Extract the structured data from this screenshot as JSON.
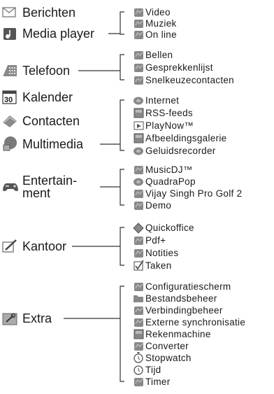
{
  "menu": [
    {
      "label": "Berichten",
      "icon": "envelope-icon",
      "children": []
    },
    {
      "label": "Media player",
      "icon": "music-note-icon",
      "children": [
        {
          "label": "Video",
          "icon": "video-camera-icon"
        },
        {
          "label": "Muziek",
          "icon": "music-icon"
        },
        {
          "label": "On line",
          "icon": "globe-note-icon"
        }
      ]
    },
    {
      "label": "Telefoon",
      "icon": "phone-keypad-icon",
      "children": [
        {
          "label": "Bellen",
          "icon": "handset-icon"
        },
        {
          "label": "Gesprekkenlijst",
          "icon": "call-list-icon"
        },
        {
          "label": "Snelkeuzecontacten",
          "icon": "speed-dial-icon"
        }
      ]
    },
    {
      "label": "Kalender",
      "icon": "calendar-icon",
      "children": []
    },
    {
      "label": "Contacten",
      "icon": "contacts-book-icon",
      "children": []
    },
    {
      "label": "Multimedia",
      "icon": "multimedia-icon",
      "children": [
        {
          "label": "Internet",
          "icon": "internet-icon"
        },
        {
          "label": "RSS-feeds",
          "icon": "rss-icon"
        },
        {
          "label": "PlayNow™",
          "icon": "playnow-icon"
        },
        {
          "label": "Afbeeldingsgalerie",
          "icon": "gallery-icon"
        },
        {
          "label": "Geluidsrecorder",
          "icon": "recorder-icon"
        }
      ]
    },
    {
      "label": "Entertain-\nment",
      "icon": "gamepad-icon",
      "children": [
        {
          "label": "MusicDJ™",
          "icon": "musicdj-icon"
        },
        {
          "label": "QuadraPop",
          "icon": "quadrapop-icon"
        },
        {
          "label": "Vijay Singh Pro Golf 2",
          "icon": "golf-icon"
        },
        {
          "label": "Demo",
          "icon": "demo-icon"
        }
      ]
    },
    {
      "label": "Kantoor",
      "icon": "notepad-pencil-icon",
      "children": [
        {
          "label": "Quickoffice",
          "icon": "quickoffice-icon"
        },
        {
          "label": "Pdf+",
          "icon": "pdf-icon"
        },
        {
          "label": "Notities",
          "icon": "notes-icon"
        },
        {
          "label": "Taken",
          "icon": "task-check-icon"
        }
      ]
    },
    {
      "label": "Extra",
      "icon": "extras-icon",
      "children": [
        {
          "label": "Configuratiescherm",
          "icon": "settings-icon"
        },
        {
          "label": "Bestandsbeheer",
          "icon": "folder-icon"
        },
        {
          "label": "Verbindingbeheer",
          "icon": "connection-icon"
        },
        {
          "label": "Externe synchronisatie",
          "icon": "sync-icon"
        },
        {
          "label": "Rekenmachine",
          "icon": "calculator-icon"
        },
        {
          "label": "Converter",
          "icon": "converter-icon"
        },
        {
          "label": "Stopwatch",
          "icon": "stopwatch-icon"
        },
        {
          "label": "Tijd",
          "icon": "clock-icon"
        },
        {
          "label": "Timer",
          "icon": "timer-icon"
        }
      ]
    }
  ]
}
